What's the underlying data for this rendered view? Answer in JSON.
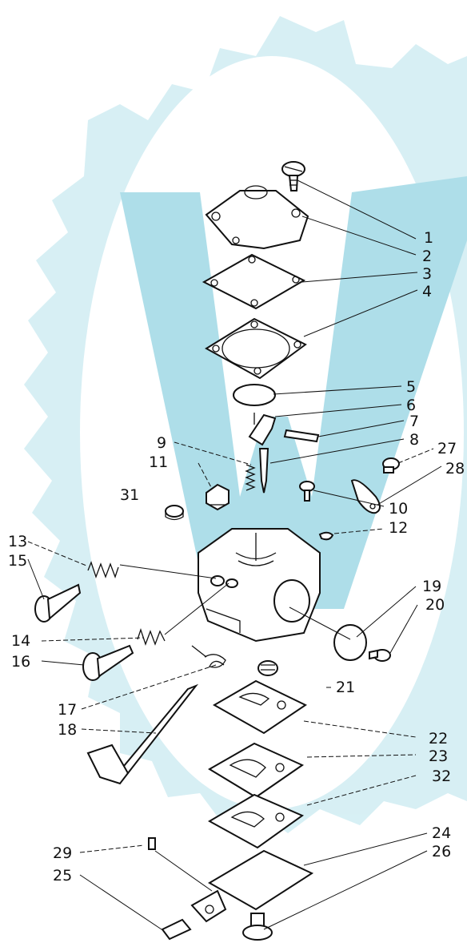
{
  "colors": {
    "watermark": "#c8eaf0",
    "ink": "#111111"
  },
  "labels": {
    "l1": "1",
    "l2": "2",
    "l3": "3",
    "l4": "4",
    "l5": "5",
    "l6": "6",
    "l7": "7",
    "l8": "8",
    "l9": "9",
    "l10": "10",
    "l11": "11",
    "l12": "12",
    "l13": "13",
    "l14": "14",
    "l15": "15",
    "l16": "16",
    "l17": "17",
    "l18": "18",
    "l19": "19",
    "l20": "20",
    "l21": "21",
    "l22": "22",
    "l23": "23",
    "l24": "24",
    "l25": "25",
    "l26": "26",
    "l27": "27",
    "l28": "28",
    "l29": "29",
    "l31": "31",
    "l32": "32"
  }
}
